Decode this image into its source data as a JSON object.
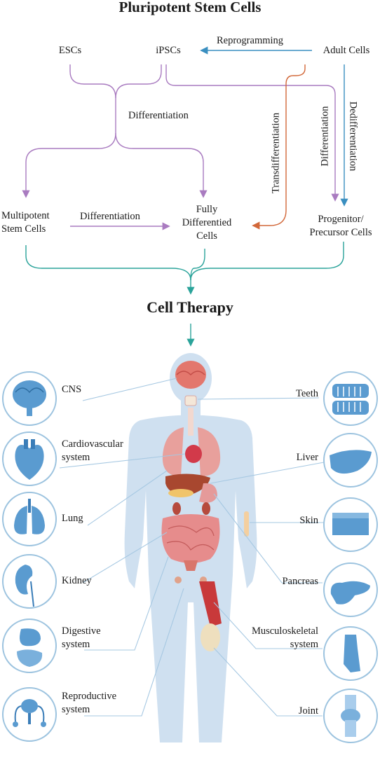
{
  "title": "Pluripotent Stem Cells",
  "nodes": {
    "escs": "ESCs",
    "ipscs": "iPSCs",
    "adult": "Adult Cells",
    "multipotent": [
      "Multipotent",
      "Stem Cells"
    ],
    "fully": [
      "Fully",
      "Differentied",
      "Cells"
    ],
    "progenitor": [
      "Progenitor/",
      "Precursor Cells"
    ]
  },
  "edges": {
    "reprogramming": "Reprogramming",
    "differentiation_top": "Differentiation",
    "differentiation_mid": "Differentiation",
    "transdifferentiation": "Transdifferentiation",
    "differentiation_vert": "Differentiation",
    "dedifferentiation": "Dedifferentiation"
  },
  "therapy_title": "Cell Therapy",
  "organs_left": [
    "CNS",
    "Cardiovascular system",
    "Lung",
    "Kidney",
    "Digestive system",
    "Reproductive system"
  ],
  "organs_left_lines": [
    [
      "CNS"
    ],
    [
      "Cardiovascular",
      "system"
    ],
    [
      "Lung"
    ],
    [
      "Kidney"
    ],
    [
      "Digestive",
      "system"
    ],
    [
      "Reproductive",
      "system"
    ]
  ],
  "organs_right": [
    "Teeth",
    "Liver",
    "Skin",
    "Pancreas",
    "Musculoskeletal system",
    "Joint"
  ],
  "organs_right_lines": [
    [
      "Teeth"
    ],
    [
      "Liver"
    ],
    [
      "Skin"
    ],
    [
      "Pancreas"
    ],
    [
      "Musculoskeletal",
      "system"
    ],
    [
      "Joint"
    ]
  ],
  "colors": {
    "purple": "#a97bc0",
    "blue": "#3a8fc0",
    "orange": "#d2683a",
    "teal": "#2aa39a",
    "body": "#cfe0f0",
    "icon_ring": "#9cc3df",
    "icon_fill": "#4a90c8"
  }
}
